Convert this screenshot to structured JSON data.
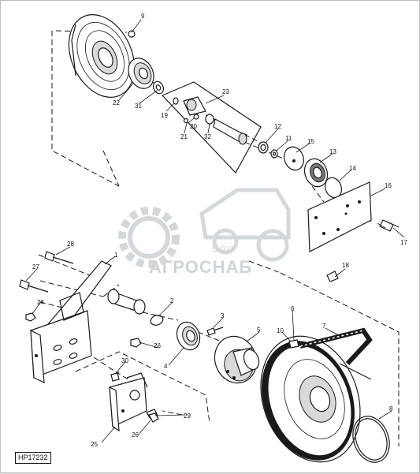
{
  "diagram": {
    "reference_code": "HP17232",
    "watermark": {
      "brand": "АГРОСНАБ",
      "prefix": "ООО"
    },
    "callouts": {
      "c1": "1",
      "c2": "2",
      "c3": "3",
      "c4": "4",
      "c5": "5",
      "c6": "6",
      "c7": "7",
      "c8": "8",
      "c9": "9",
      "c10": "10",
      "c11": "11",
      "c12": "12",
      "c13": "13",
      "c14": "14",
      "c15": "15",
      "c16": "16",
      "c17": "17",
      "c18": "18",
      "c19": "19",
      "c20": "20",
      "c21": "21",
      "c22": "22",
      "c23": "23",
      "c24": "24",
      "c25": "25",
      "c26a": "26",
      "c26b": "26",
      "c27": "27",
      "c28": "28",
      "c29": "29",
      "c30": "30",
      "c31": "31",
      "c32": "32"
    }
  }
}
